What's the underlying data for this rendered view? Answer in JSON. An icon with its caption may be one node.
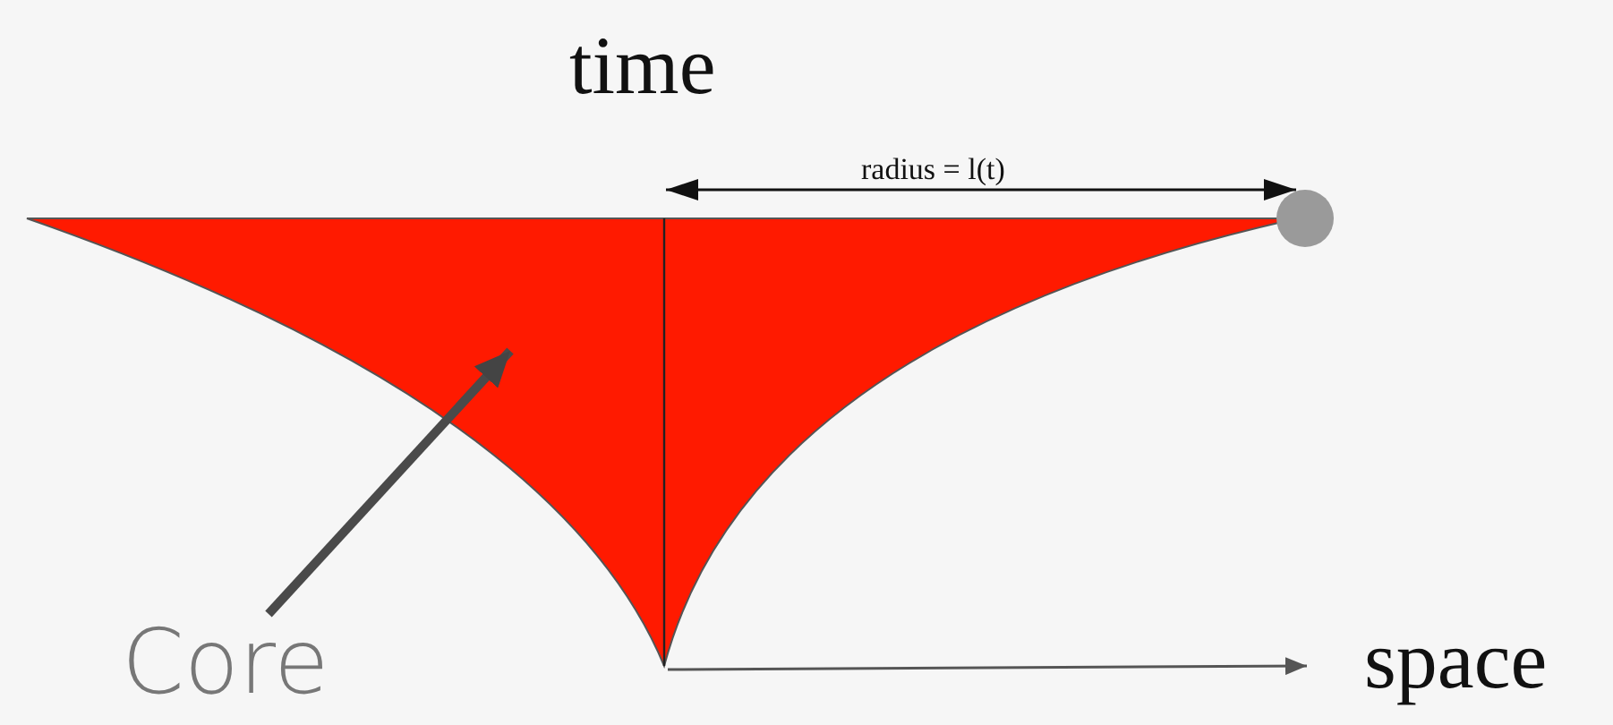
{
  "diagram": {
    "nodes": [
      {
        "text": [
          "Core"
        ]
      },
      {
        "text": [],
        "shape": "picture"
      }
    ],
    "edges": [
      {
        "from": 0,
        "to": 1,
        "arrow": "to"
      }
    ],
    "labels": [
      "time",
      "radius = l(t)",
      "space"
    ]
  }
}
